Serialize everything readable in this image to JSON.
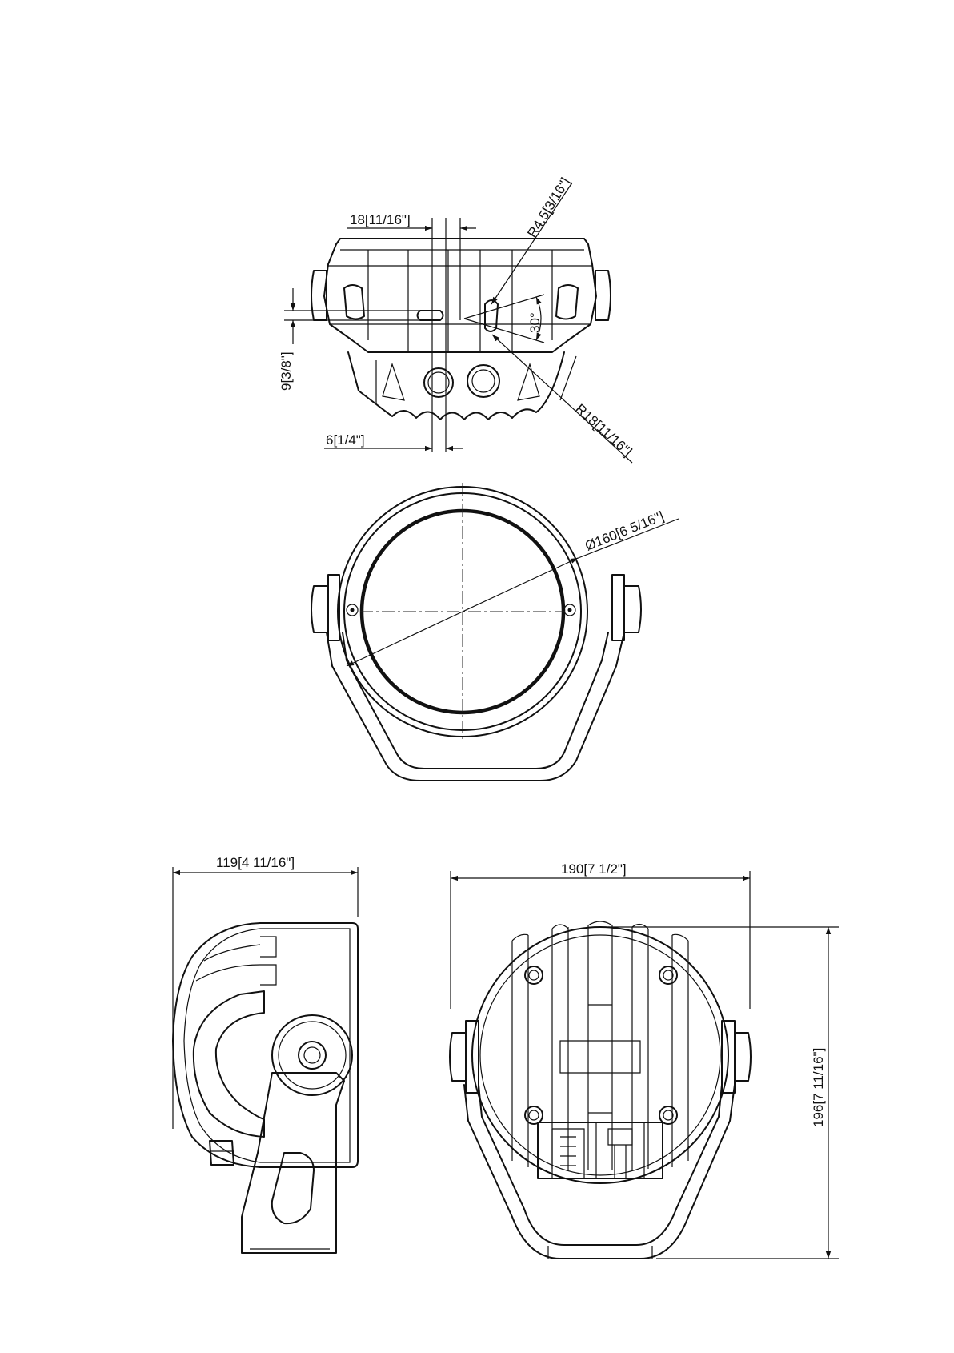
{
  "drawing": {
    "top_view": {
      "dim_width_slot": "18[11/16\"]",
      "dim_radius_small": "R4,5[3/16\"]",
      "dim_angle": "30°",
      "dim_height_slot": "9[3/8\"]",
      "dim_radius_large": "R18[11/16\"]",
      "dim_offset": "6[1/4\"]"
    },
    "front_view": {
      "dim_diameter": "Ø160[6 5/16\"]"
    },
    "side_view": {
      "dim_depth": "119[4 11/16\"]"
    },
    "rear_view": {
      "dim_width": "190[7 1/2\"]",
      "dim_height": "196[7 11/16\"]"
    }
  }
}
